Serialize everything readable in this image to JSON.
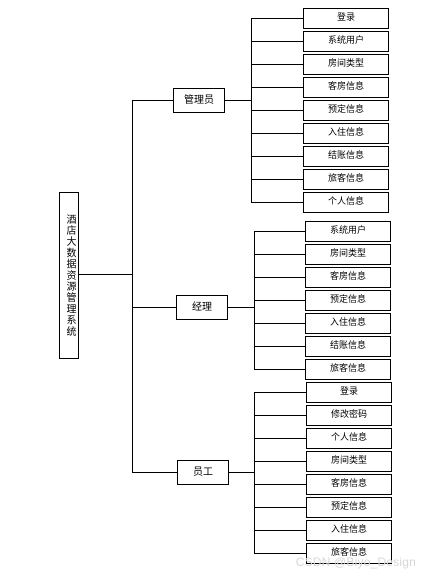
{
  "root": {
    "label": "酒店大数据资源管理系统"
  },
  "branches": [
    {
      "label": "管理员",
      "items": [
        "登录",
        "系统用户",
        "房间类型",
        "客房信息",
        "预定信息",
        "入住信息",
        "结账信息",
        "旅客信息",
        "个人信息"
      ]
    },
    {
      "label": "经理",
      "items": [
        "系统用户",
        "房间类型",
        "客房信息",
        "预定信息",
        "入住信息",
        "结账信息",
        "旅客信息"
      ]
    },
    {
      "label": "员工",
      "items": [
        "登录",
        "修改密码",
        "个人信息",
        "房间类型",
        "客房信息",
        "预定信息",
        "入住信息",
        "旅客信息"
      ]
    }
  ],
  "watermark": "CSDN @Biyo_Design"
}
